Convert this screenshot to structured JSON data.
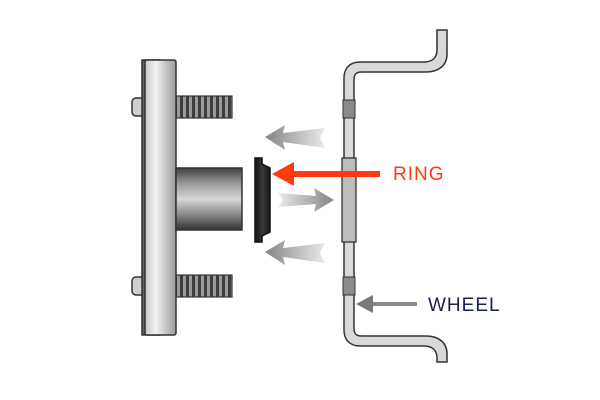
{
  "labels": {
    "ring": "RING",
    "wheel": "WHEEL"
  },
  "colors": {
    "ring_accent": "#ff3a0f",
    "wheel_label": "#1b1f4f",
    "metal_light": "#e4e4e4",
    "metal_mid": "#a8a8a8",
    "metal_dark": "#5c5c5c",
    "ring_black": "#1c1c1c",
    "outline": "#333333",
    "arrow_gray": "#8e8e8e"
  },
  "icons": [
    "hub-flange",
    "wheel-stud",
    "hub-pilot",
    "hub-centric-ring",
    "wheel-profile",
    "removal-arrow",
    "install-arrow"
  ]
}
